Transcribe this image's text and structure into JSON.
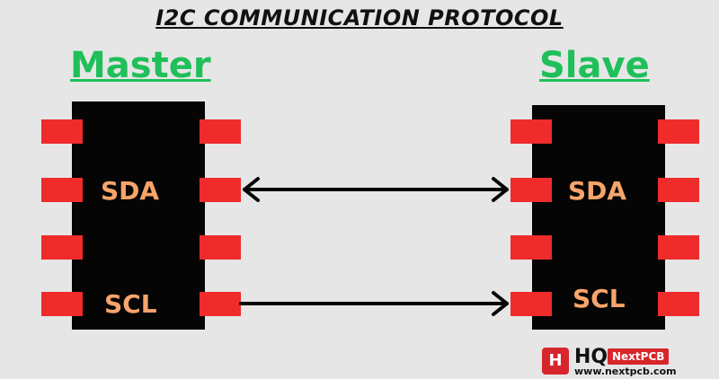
{
  "title": "I2C COMMUNICATION PROTOCOL",
  "master": {
    "heading": "Master",
    "sda_label": "SDA",
    "scl_label": "SCL"
  },
  "slave": {
    "heading": "Slave",
    "sda_label": "SDA",
    "scl_label": "SCL"
  },
  "connections": [
    {
      "signal": "SDA",
      "direction": "bidirectional"
    },
    {
      "signal": "SCL",
      "direction": "master-to-slave"
    }
  ],
  "logo": {
    "mark": "H",
    "brand": "HQ",
    "badge": "NextPCB",
    "url": "www.nextpcb.com"
  },
  "colors": {
    "background": "#e6e6e6",
    "chip": "#050505",
    "pin": "#ef2b2b",
    "pin_label": "#f7a46b",
    "heading": "#1fbf5a",
    "logo": "#d7262b"
  }
}
